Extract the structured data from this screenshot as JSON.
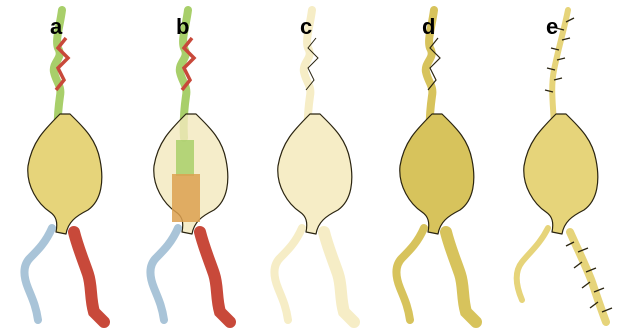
{
  "panels": [
    {
      "label": "a",
      "style": "segmented"
    },
    {
      "label": "b",
      "style": "segmented-transparent"
    },
    {
      "label": "c",
      "style": "pale"
    },
    {
      "label": "d",
      "style": "shaded"
    },
    {
      "label": "e",
      "style": "spiny"
    }
  ],
  "colors": {
    "soma": "#e6d47a",
    "soma_pale": "#f6edc6",
    "soma_shaded": "#d7c35c",
    "axon_red": "#c8493a",
    "dendrite_blue": "#a9c4d8",
    "apical_green": "#a8cf6a",
    "outline": "#2a2410"
  }
}
